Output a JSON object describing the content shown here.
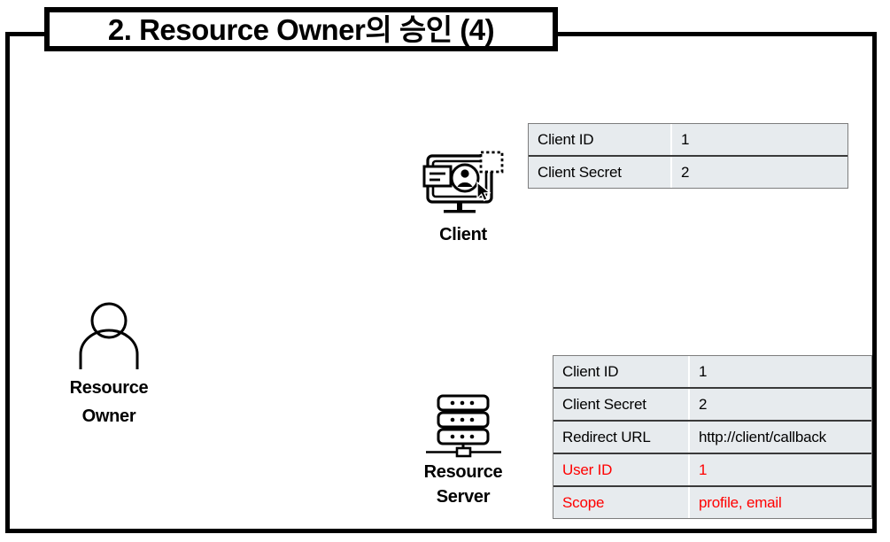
{
  "slide": {
    "title": "2. Resource Owner의 승인 (4)",
    "colors": {
      "frame": "#000000",
      "table_fill": "#e7ebee",
      "table_border": "#3a3a3a",
      "highlight": "#ff0000",
      "text": "#000000"
    }
  },
  "nodes": {
    "resource_owner": {
      "label_line1": "Resource",
      "label_line2": "Owner",
      "icon": "person-icon"
    },
    "client": {
      "label": "Client",
      "icon": "monitor-user-cursor-icon"
    },
    "resource_server": {
      "label_line1": "Resource",
      "label_line2": "Server",
      "icon": "server-rack-icon"
    }
  },
  "client_table": {
    "rows": [
      {
        "key": "Client ID",
        "value": "1",
        "highlight": false
      },
      {
        "key": "Client Secret",
        "value": "2",
        "highlight": false
      }
    ]
  },
  "server_table": {
    "rows": [
      {
        "key": "Client ID",
        "value": "1",
        "highlight": false
      },
      {
        "key": "Client Secret",
        "value": "2",
        "highlight": false
      },
      {
        "key": "Redirect URL",
        "value": "http://client/callback",
        "highlight": false
      },
      {
        "key": "User ID",
        "value": "1",
        "highlight": true
      },
      {
        "key": "Scope",
        "value": "profile, email",
        "highlight": true
      }
    ]
  }
}
